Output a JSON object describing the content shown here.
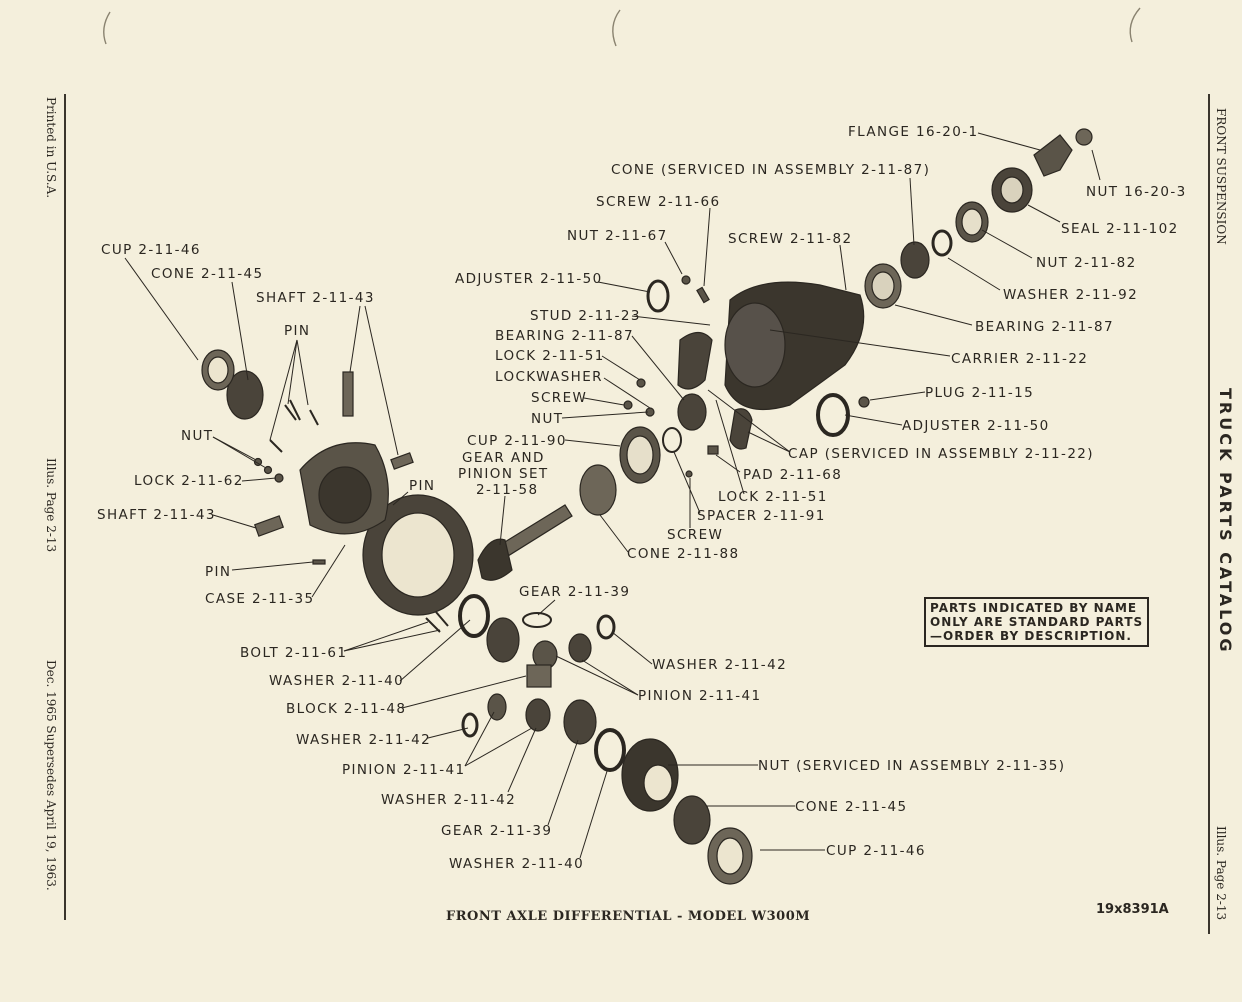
{
  "side_left": {
    "printed": "Printed in U.S.A.",
    "illus": "Illus. Page 2-13",
    "dec": "Dec. 1965 Supersedes April 19, 1963."
  },
  "side_right": {
    "section": "FRONT SUSPENSION",
    "catalog": "TRUCK PARTS CATALOG",
    "illus": "Illus. Page 2-13"
  },
  "caption": "FRONT AXLE DIFFERENTIAL - MODEL W300M",
  "figure_id": "19x8391A",
  "note": [
    "PARTS INDICATED BY NAME",
    "ONLY ARE STANDARD PARTS",
    "—ORDER BY DESCRIPTION."
  ],
  "labels": {
    "flange": "FLANGE 16-20-1",
    "nut_16_20_3": "NUT 16-20-3",
    "cone_serviced": "CONE (SERVICED IN ASSEMBLY 2-11-87)",
    "seal": "SEAL 2-11-102",
    "screw_66": "SCREW 2-11-66",
    "nut_67": "NUT 2-11-67",
    "screw_82": "SCREW 2-11-82",
    "nut_82": "NUT 2-11-82",
    "adjuster_50a": "ADJUSTER 2-11-50",
    "washer_92": "WASHER 2-11-92",
    "stud": "STUD 2-11-23",
    "bearing_87a": "BEARING 2-11-87",
    "bearing_87b": "BEARING 2-11-87",
    "lock_51a": "LOCK 2-11-51",
    "carrier": "CARRIER 2-11-22",
    "lockwasher": "LOCKWASHER",
    "plug": "PLUG 2-11-15",
    "screw_a": "SCREW",
    "adjuster_50b": "ADJUSTER 2-11-50",
    "nut_a": "NUT",
    "cup_90": "CUP 2-11-90",
    "cap": "CAP (SERVICED IN ASSEMBLY 2-11-22)",
    "gear_pinion_1": "GEAR AND",
    "gear_pinion_2": "PINION SET",
    "gear_pinion_3": "2-11-58",
    "pad": "PAD 2-11-68",
    "lock_51b": "LOCK 2-11-51",
    "spacer": "SPACER 2-11-91",
    "screw_b": "SCREW",
    "cone_88": "CONE 2-11-88",
    "cup_46a": "CUP 2-11-46",
    "cone_45a": "CONE 2-11-45",
    "shaft_43a": "SHAFT 2-11-43",
    "pin_a": "PIN",
    "nut_b": "NUT",
    "lock_62": "LOCK 2-11-62",
    "pin_b": "PIN",
    "shaft_43b": "SHAFT 2-11-43",
    "pin_c": "PIN",
    "case": "CASE 2-11-35",
    "gear_39a": "GEAR 2-11-39",
    "bolt": "BOLT 2-11-61",
    "washer_42a": "WASHER 2-11-42",
    "washer_40a": "WASHER 2-11-40",
    "pinion_41a": "PINION 2-11-41",
    "block": "BLOCK 2-11-48",
    "washer_42b": "WASHER 2-11-42",
    "pinion_41b": "PINION 2-11-41",
    "nut_serviced": "NUT (SERVICED IN ASSEMBLY 2-11-35)",
    "washer_42c": "WASHER 2-11-42",
    "cone_45b": "CONE 2-11-45",
    "gear_39b": "GEAR 2-11-39",
    "cup_46b": "CUP 2-11-46",
    "washer_40b": "WASHER 2-11-40"
  }
}
